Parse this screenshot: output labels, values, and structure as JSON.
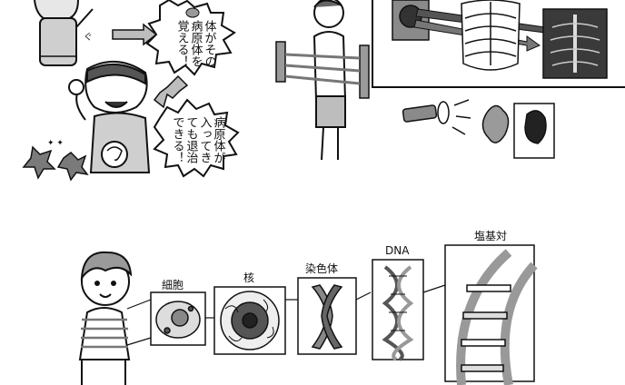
{
  "bubble_top": {
    "columns": [
      "体がその",
      "病原体を",
      "覚える！"
    ]
  },
  "bubble_bottom": {
    "columns": [
      "病原体が",
      "入ってき",
      "ても退治",
      "できる！"
    ]
  },
  "scale_labels": {
    "cell": "細胞",
    "nucleus": "核",
    "chromosome": "染色体",
    "dna": "DNA",
    "base_pair": "塩基対"
  }
}
